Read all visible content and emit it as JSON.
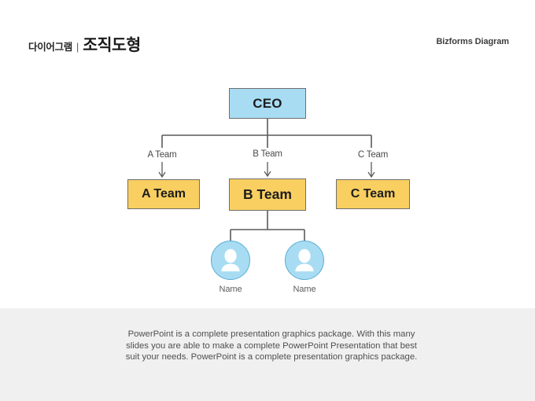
{
  "header": {
    "kicker": "다이어그램",
    "separator": "|",
    "title": "조직도형",
    "brand": "Bizforms Diagram"
  },
  "diagram": {
    "type": "organization-chart",
    "root": {
      "id": "ceo",
      "label": "CEO",
      "fill": "#a8dcf3",
      "border": "#6e6e6e"
    },
    "branch_labels": [
      {
        "id": "branch-a",
        "label": "A Team"
      },
      {
        "id": "branch-b",
        "label": "B Team"
      },
      {
        "id": "branch-c",
        "label": "C Team"
      }
    ],
    "teams": [
      {
        "id": "team-a",
        "label": "A Team",
        "fill": "#f8cf60",
        "border": "#6e6e6e"
      },
      {
        "id": "team-b",
        "label": "B Team",
        "fill": "#f8cf60",
        "border": "#6e6e6e"
      },
      {
        "id": "team-c",
        "label": "C Team",
        "fill": "#f8cf60",
        "border": "#6e6e6e"
      }
    ],
    "members": [
      {
        "id": "member-1",
        "label": "Name",
        "icon": "person-avatar-icon",
        "fill": "#a8dcf3",
        "stroke": "#5aaed2"
      },
      {
        "id": "member-2",
        "label": "Name",
        "icon": "person-avatar-icon",
        "fill": "#a8dcf3",
        "stroke": "#5aaed2"
      }
    ],
    "connector_color": "#5a5a5a",
    "arrow_icon": "arrow-down-icon"
  },
  "footer": {
    "text": "PowerPoint is a complete presentation graphics package. With this many slides you are able to make a complete PowerPoint Presentation that best suit your needs. PowerPoint is a complete presentation graphics package.",
    "band_color": "#f0f0f0"
  }
}
